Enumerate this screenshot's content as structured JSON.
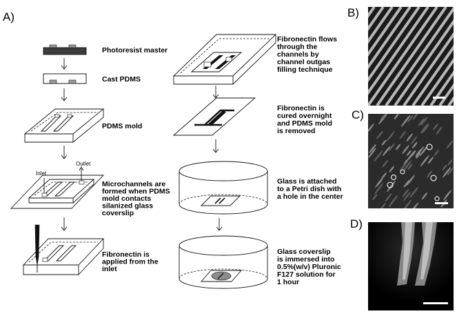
{
  "panels": {
    "a": "A)",
    "b": "B)",
    "c": "C)",
    "d": "D)"
  },
  "left_steps": [
    [
      "Photoresist master"
    ],
    [
      "Cast PDMS"
    ],
    [
      "PDMS mold"
    ],
    [
      "Microchannels are",
      "formed when PDMS",
      "mold contacts",
      "silanized glass",
      "coverslip"
    ],
    [
      "Fibronectin is",
      "applied from the",
      "inlet"
    ]
  ],
  "right_steps": [
    [
      "Fibronectin flows",
      "through the",
      "channels by",
      "channel outgas",
      "filling technique"
    ],
    [
      "Fibronectin is",
      "cured overnight",
      "and PDMS mold",
      "is removed"
    ],
    [
      "Glass is attached",
      "to a Petri dish with",
      "a hole in the center"
    ],
    [
      "Glass coverslip",
      "is immersed into",
      "0.5%(w/v) Pluronic",
      "F127 solution for",
      "1 hour"
    ]
  ],
  "labels": {
    "inlet": "Inlet",
    "outlet": "Outlet"
  },
  "colors": {
    "photoresist": "#3c3c3c",
    "pdms": "#d6d6d6",
    "micro_bg": "#1b1b1b",
    "stripe": "#b8b8b8"
  }
}
